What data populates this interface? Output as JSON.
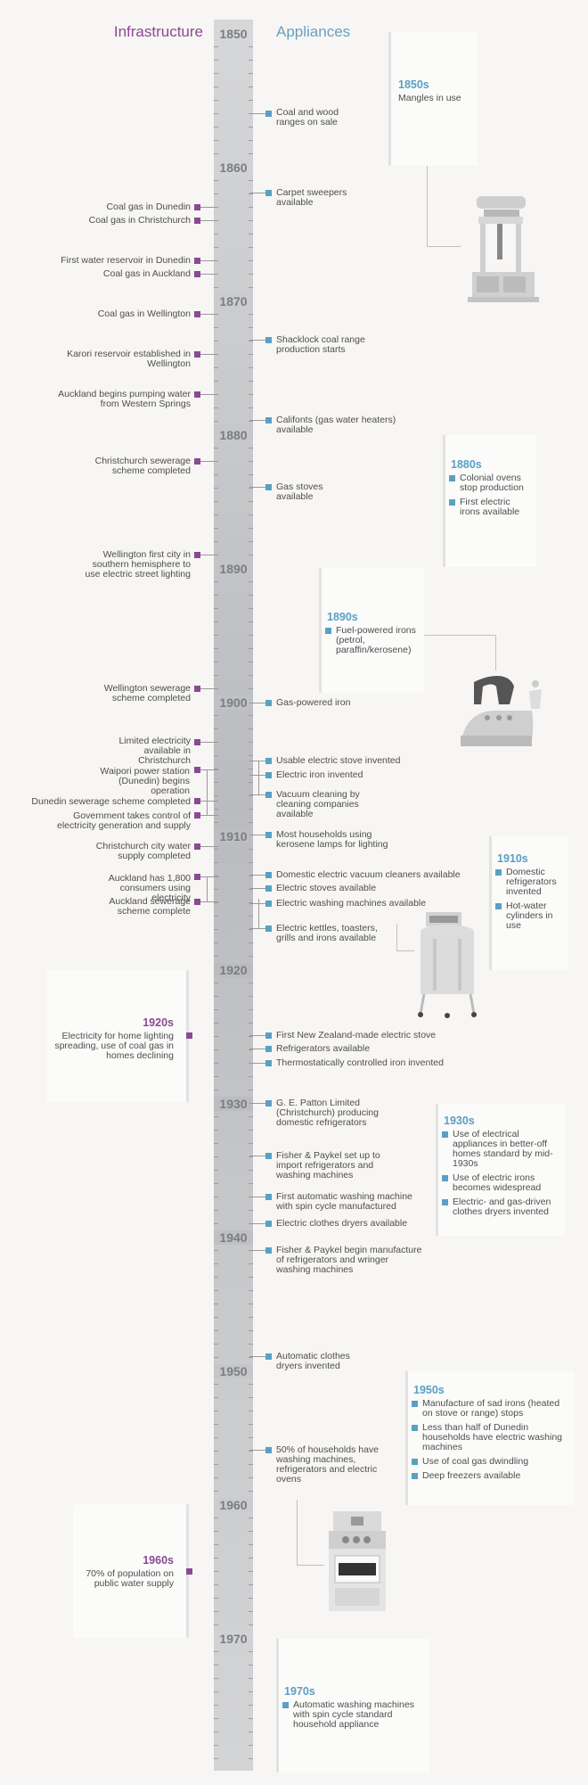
{
  "headers": {
    "infrastructure": "Infrastructure",
    "appliances": "Appliances"
  },
  "years": [
    "1850",
    "1860",
    "1870",
    "1880",
    "1890",
    "1900",
    "1910",
    "1920",
    "1930",
    "1940",
    "1950",
    "1960",
    "1970"
  ],
  "infrastructure": [
    "Coal gas in Dunedin",
    "Coal gas in Christchurch",
    "First water reservoir in Dunedin",
    "Coal gas in Auckland",
    "Coal gas in Wellington",
    "Karori reservoir established in Wellington",
    "Auckland begins pumping water from Western Springs",
    "Christchurch sewerage scheme completed",
    "Wellington first city in southern hemisphere to use electric street lighting",
    "Wellington sewerage scheme completed",
    "Limited electricity available in Christchurch",
    "Waipori power station (Dunedin) begins operation",
    "Dunedin sewerage scheme completed",
    "Government takes control of electricity generation and supply",
    "Christchurch city water supply completed",
    "Auckland has 1,800 consumers using electricity",
    "Auckland sewerage scheme complete"
  ],
  "appliances": [
    "Coal and wood ranges on sale",
    "Carpet sweepers available",
    "Shacklock coal range production starts",
    "Califonts (gas water heaters) available",
    "Gas stoves available",
    "Gas-powered iron",
    "Usable electric stove invented",
    "Electric iron invented",
    "Vacuum cleaning by cleaning companies available",
    "Most households using kerosene lamps for lighting",
    "Domestic electric vacuum cleaners available",
    "Electric stoves available",
    "Electric washing machines available",
    "Electric kettles, toasters, grills and irons available",
    "First New Zealand-made electric stove",
    "Refrigerators available",
    "Thermostatically controlled iron invented",
    "G. E. Patton Limited (Christchurch) producing domestic refrigerators",
    "Fisher & Paykel set up to import refrigerators and washing machines",
    "First automatic washing machine with spin cycle manufactured",
    "Electric clothes dryers available",
    "Fisher & Paykel begin manufacture of refrigerators and wringer washing machines",
    "Automatic clothes dryers invented",
    "50% of households have washing machines, refrigerators and electric ovens"
  ],
  "decades": {
    "d1850s": {
      "title": "1850s",
      "items": [
        "Mangles in use"
      ]
    },
    "d1880s": {
      "title": "1880s",
      "items": [
        "Colonial ovens stop production",
        "First electric irons available"
      ]
    },
    "d1890s": {
      "title": "1890s",
      "items": [
        "Fuel-powered irons (petrol, paraffin/kerosene)"
      ]
    },
    "d1910s": {
      "title": "1910s",
      "items": [
        "Domestic refrigerators invented",
        "Hot-water cylinders in use"
      ]
    },
    "d1920s": {
      "title": "1920s",
      "items": [
        "Electricity for home lighting spreading, use of coal gas in homes declining"
      ]
    },
    "d1930s": {
      "title": "1930s",
      "items": [
        "Use of electrical appliances in better-off homes standard by mid-1930s",
        "Use of electric irons becomes widespread",
        "Electric- and gas-driven clothes dryers invented"
      ]
    },
    "d1950s": {
      "title": "1950s",
      "items": [
        "Manufacture of sad irons (heated on stove or range) stops",
        "Less than half of Dunedin households have electric washing machines",
        "Use of coal gas dwindling",
        "Deep freezers available"
      ]
    },
    "d1960s": {
      "title": "1960s",
      "items": [
        "70% of population on public water supply"
      ]
    },
    "d1970s": {
      "title": "1970s",
      "items": [
        "Automatic washing machines with spin cycle standard household appliance"
      ]
    }
  },
  "colors": {
    "infrastructure": "#8a4a92",
    "appliances": "#5aa0c4",
    "timeline": "#c0c2c5"
  },
  "icons": [
    "mangle-icon",
    "fuel-iron-icon",
    "washing-machine-icon",
    "electric-stove-icon"
  ]
}
